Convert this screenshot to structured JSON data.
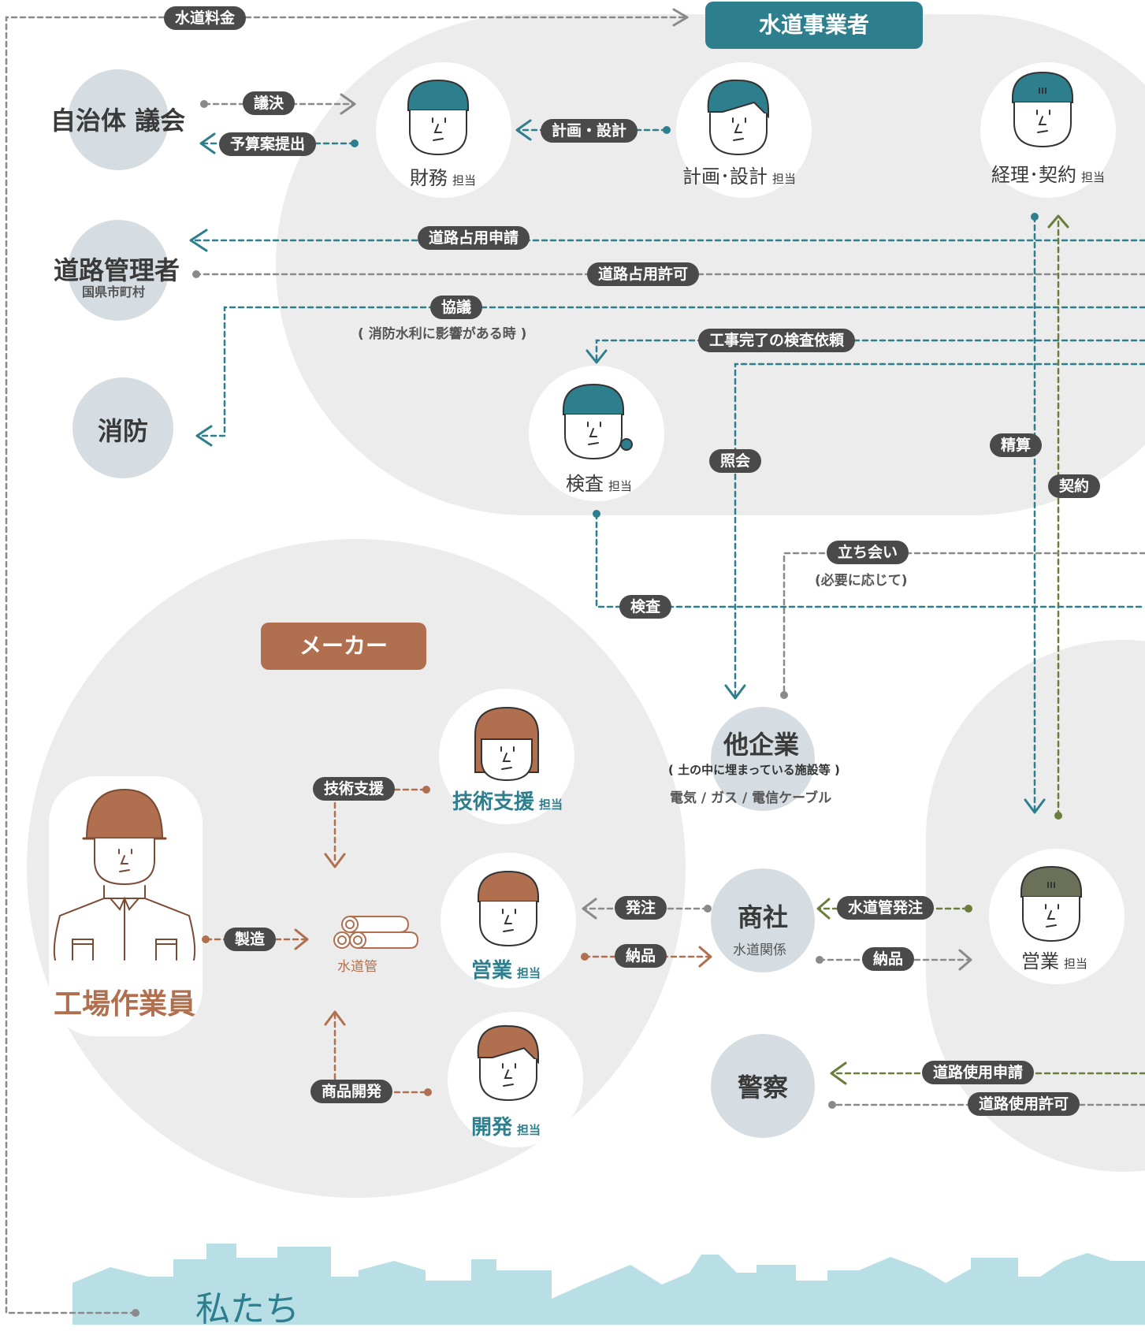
{
  "header_water": "水道事業者",
  "header_maker": "メーカー",
  "colors": {
    "teal": "#2e7f8e",
    "brown": "#b0704f",
    "olive": "#6a7d3a",
    "gray_dash": "#8a8a8a",
    "bg_circle": "#ececec",
    "node_circle": "#d5dde2",
    "pill": "#4a4a4a",
    "city": "#b9dfe6"
  },
  "nodes": {
    "jichitai": "自治体 議会",
    "doro": "道路管理者",
    "doro_sub": "国県市町村",
    "shobo": "消防",
    "tagigyo": "他企業",
    "tagigyo_sub1": "( 土の中に埋まっている施設等 )",
    "tagigyo_sub2": "電気 / ガス / 電信ケーブル",
    "shosha": "商社",
    "shosha_sub": "水道関係",
    "keisatsu": "警察",
    "watashitachi": "私たち",
    "kojo": "工場作業員",
    "suidokan": "水道管"
  },
  "persons": {
    "zaimu": "財務",
    "keikaku": "計画･設計",
    "keiri": "経理･契約",
    "kensa": "検査",
    "gijutsu": "技術支援",
    "eigyo_maker": "営業",
    "kaihatsu": "開発",
    "eigyo_right": "営業",
    "tanto": "担当"
  },
  "labels": {
    "suido_ryokin": "水道料金",
    "giketsu": "議決",
    "yosanan": "予算案提出",
    "keikaku_sekkei": "計画・設計",
    "doro_shinsei": "道路占用申請",
    "doro_kyoka": "道路占用許可",
    "kyogi": "協議",
    "kyogi_note": "( 消防水利に影響がある時 )",
    "kanryo_kensa": "工事完了の検査依頼",
    "shokai": "照会",
    "seisan": "精算",
    "keiyaku": "契約",
    "tachiai": "立ち会い",
    "tachiai_note": "(必要に応じて)",
    "kensa": "検査",
    "gijutsu_shien": "技術支援",
    "seizo": "製造",
    "hatchu": "発注",
    "nohin1": "納品",
    "suidokan_hatchu": "水道管発注",
    "nohin2": "納品",
    "shohin_kaihatsu": "商品開発",
    "doro_shiyo_shinsei": "道路使用申請",
    "doro_shiyo_kyoka": "道路使用許可"
  }
}
